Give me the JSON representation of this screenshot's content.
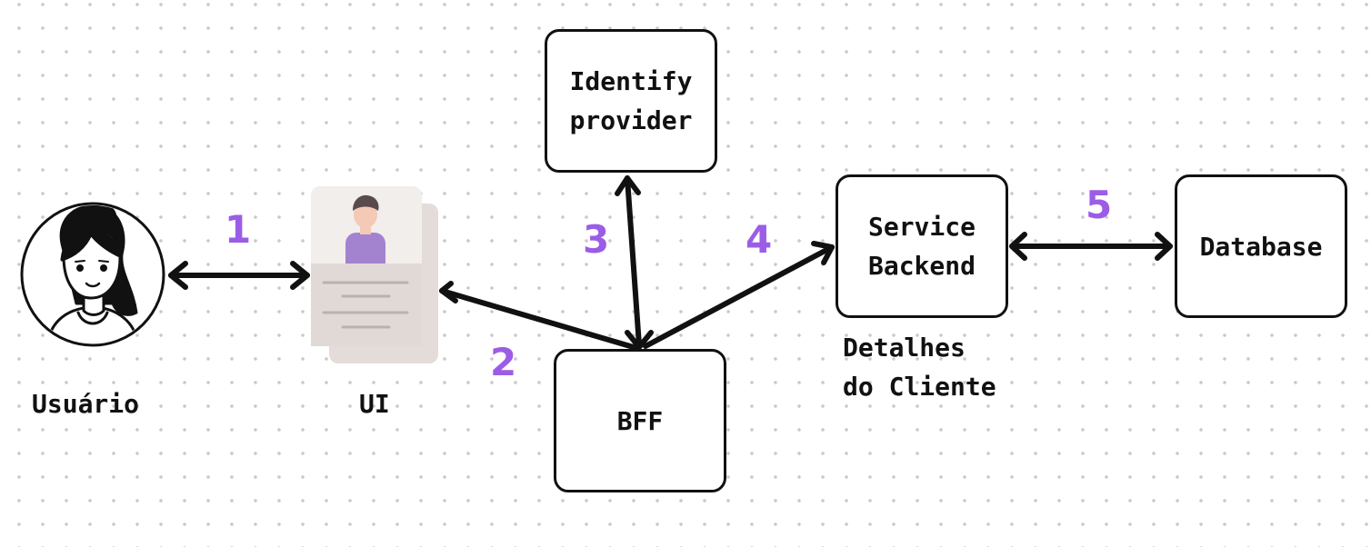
{
  "colors": {
    "stroke": "#111111",
    "step_number": "#9b5de5",
    "card_back": "#e3dcd8",
    "card_front": "#ece7e4",
    "avatar_body": "#a383d0",
    "avatar_skin": "#f4c9b5",
    "avatar_hair": "#5a4a4e",
    "card_lines": "#b7b3b0"
  },
  "icons": {
    "user": "user-avatar-icon",
    "ui": "profile-card-icon"
  },
  "labels": {
    "user": "Usuário",
    "ui": "UI",
    "service_caption": "Detalhes\ndo Cliente"
  },
  "nodes": {
    "identity_provider": "Identify\nprovider",
    "bff": "BFF",
    "service_backend": "Service\nBackend",
    "database": "Database"
  },
  "steps": [
    "1",
    "2",
    "3",
    "4",
    "5"
  ]
}
